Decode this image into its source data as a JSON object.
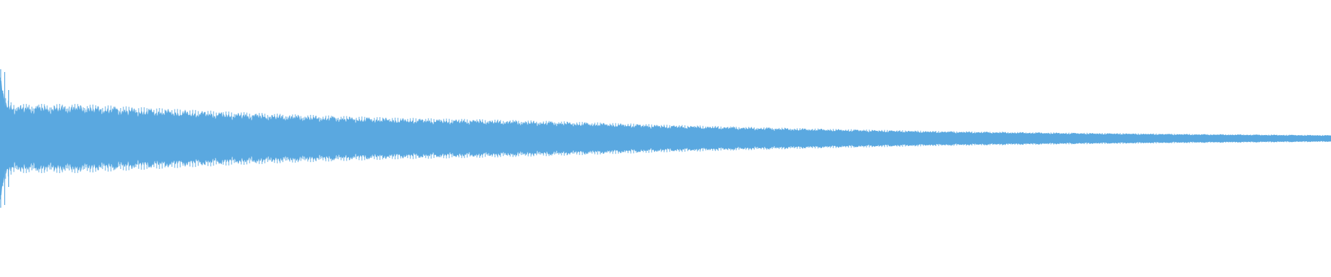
{
  "waveform": {
    "color": "#5aa8e0",
    "background": "#ffffff",
    "envelope": {
      "positions": [
        0.0,
        0.003,
        0.006,
        0.012,
        0.03,
        0.06,
        0.1,
        0.16,
        0.22,
        0.3,
        0.36,
        0.42,
        0.5,
        0.6,
        0.7,
        0.8,
        0.9,
        1.0
      ],
      "amplitudes": [
        1.0,
        0.62,
        0.55,
        0.5,
        0.5,
        0.5,
        0.46,
        0.4,
        0.35,
        0.3,
        0.28,
        0.25,
        0.2,
        0.15,
        0.11,
        0.085,
        0.065,
        0.05
      ]
    },
    "transient_spikes": [
      {
        "position": 0.0005,
        "amplitude": 1.0
      },
      {
        "position": 0.0035,
        "amplitude": 0.96
      },
      {
        "position": 0.0065,
        "amplitude": 0.7
      }
    ]
  }
}
